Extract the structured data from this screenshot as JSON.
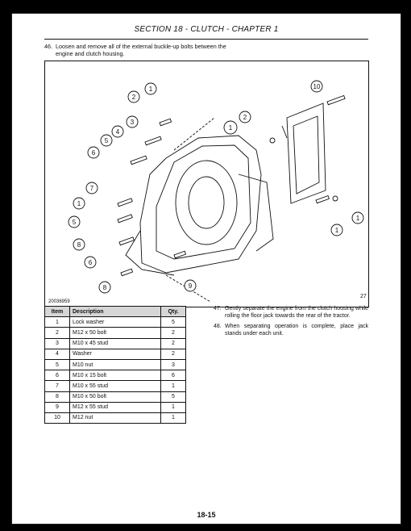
{
  "header": {
    "title": "SECTION 18 - CLUTCH - CHAPTER 1"
  },
  "step46": {
    "number": "46.",
    "text": "Loosen and remove all of the external buckle-up bolts between the engine and clutch housing."
  },
  "figure": {
    "image_id": "20036959",
    "figure_number": "27",
    "callouts": [
      "1",
      "2",
      "3",
      "4",
      "5",
      "6",
      "7",
      "1",
      "5",
      "8",
      "6",
      "8",
      "9",
      "10",
      "1",
      "2",
      "1"
    ]
  },
  "parts_table": {
    "headers": [
      "Item",
      "Description",
      "Qty."
    ],
    "rows": [
      [
        "1",
        "Lock washer",
        "5"
      ],
      [
        "2",
        "M12 x 50 bolt",
        "2"
      ],
      [
        "3",
        "M10 x 45 stud",
        "2"
      ],
      [
        "4",
        "Washer",
        "2"
      ],
      [
        "5",
        "M10 nut",
        "3"
      ],
      [
        "6",
        "M10 x 15 bolt",
        "6"
      ],
      [
        "7",
        "M10 x 55 stud",
        "1"
      ],
      [
        "8",
        "M10 x 50 bolt",
        "5"
      ],
      [
        "9",
        "M12 x 55 stud",
        "1"
      ],
      [
        "10",
        "M12 nut",
        "1"
      ]
    ]
  },
  "steps": [
    {
      "number": "47.",
      "text": "Gently separate the engine from the clutch housing while rolling the floor jack towards the rear of the tractor."
    },
    {
      "number": "48.",
      "text": "When separating operation is complete, place jack stands under each unit."
    }
  ],
  "footer": {
    "page": "18-15"
  }
}
